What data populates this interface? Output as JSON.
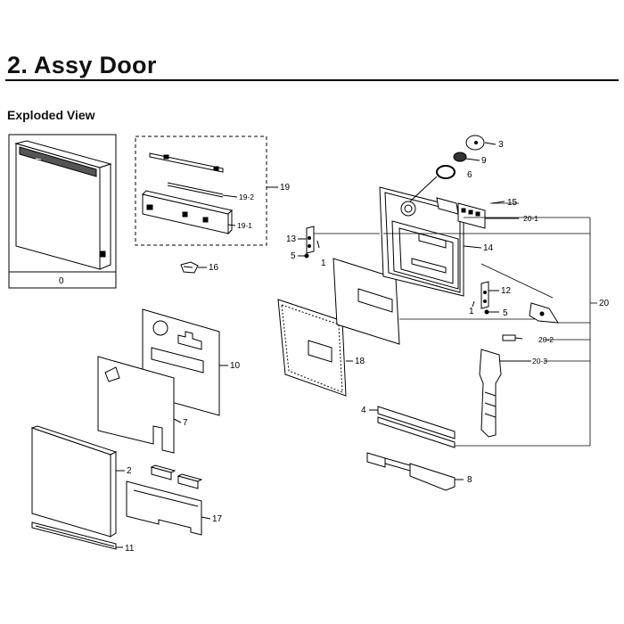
{
  "header": {
    "title": "2.  Assy Door",
    "subtitle": "Exploded View"
  },
  "callouts": {
    "c0": "0",
    "c1a": "1",
    "c1b": "1",
    "c2": "2",
    "c3": "3",
    "c4": "4",
    "c5a": "5",
    "c5b": "5",
    "c6": "6",
    "c7": "7",
    "c8": "8",
    "c9": "9",
    "c10": "10",
    "c11": "11",
    "c12": "12",
    "c13": "13",
    "c14": "14",
    "c15": "15",
    "c16": "16",
    "c17": "17",
    "c18": "18",
    "c19": "19",
    "c19_1": "19-1",
    "c19_2": "19-2",
    "c20": "20",
    "c20_1": "20-1",
    "c20_2": "20-2",
    "c20_3": "20-3"
  }
}
